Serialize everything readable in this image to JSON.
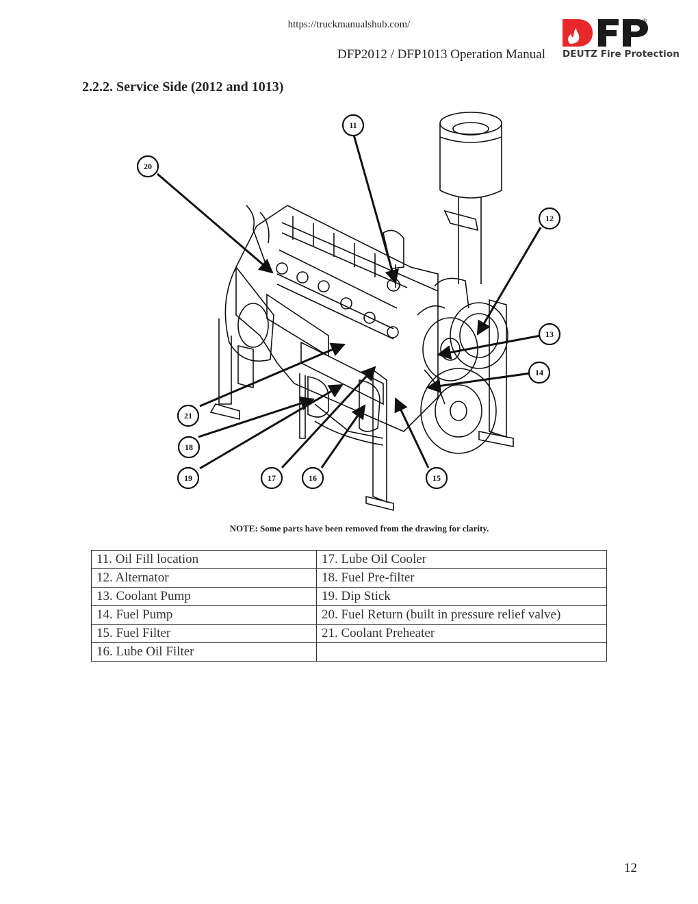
{
  "header": {
    "url": "https://truckmanualshub.com/",
    "manual_title": "DFP2012 / DFP1013 Operation Manual",
    "logo": {
      "letters": "DFP",
      "registered": "®",
      "text": "DEUTZ Fire Protection",
      "color": "#e8282b"
    }
  },
  "section": {
    "title": "2.2.2.  Service Side (2012 and 1013)"
  },
  "diagram": {
    "callouts": [
      "11",
      "12",
      "13",
      "14",
      "15",
      "16",
      "17",
      "18",
      "19",
      "20",
      "21"
    ]
  },
  "note": "NOTE: Some parts have been removed from the drawing for clarity.",
  "parts_table": {
    "rows": [
      [
        "11.  Oil Fill location",
        "17.  Lube Oil Cooler"
      ],
      [
        "12.  Alternator",
        "18.  Fuel Pre-filter"
      ],
      [
        "13.  Coolant Pump",
        "19.  Dip Stick"
      ],
      [
        "14.  Fuel Pump",
        "20.  Fuel Return (built in pressure relief valve)"
      ],
      [
        "15.  Fuel Filter",
        "21.  Coolant Preheater"
      ],
      [
        "16.  Lube Oil Filter",
        ""
      ]
    ]
  },
  "page_number": "12"
}
